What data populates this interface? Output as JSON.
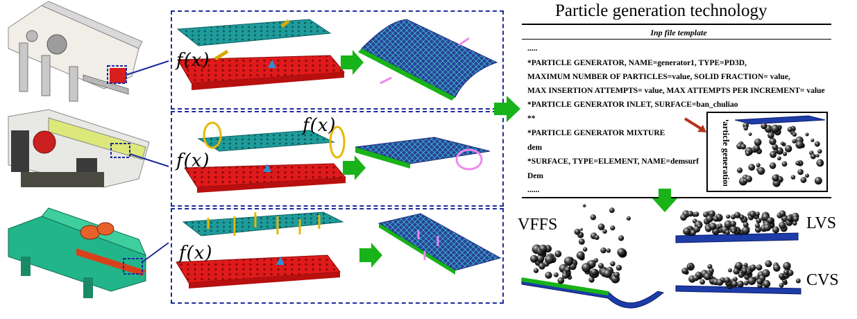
{
  "heading": "Particle generation technology",
  "template_title": "Inp file template",
  "code_lines": [
    ".....",
    "*PARTICLE GENERATOR, NAME=generator1, TYPE=PD3D,",
    "MAXIMUM NUMBER OF PARTICLES=value, SOLID FRACTION= value,",
    "MAX INSERTION ATTEMPTS= value, MAX ATTEMPTS PER INCREMENT= value",
    "*PARTICLE GENERATOR INLET, SURFACE=ban_chuliao",
    "**",
    "*PARTICLE GENERATOR MIXTURE",
    "dem",
    "*SURFACE, TYPE=ELEMENT, NAME=demsurf",
    "Dem",
    "......"
  ],
  "particle_label": "Particle generation",
  "function_label": "f(x)",
  "results": {
    "vffs": "VFFS",
    "lvs": "LVS",
    "cvs": "CVS"
  },
  "colors": {
    "frame_blue": "#1d2a9c",
    "teal": "#1f9b9b",
    "red": "#e01a1a",
    "green_arrow": "#18b318",
    "gold": "#e6b800",
    "pink": "#ee88ee"
  }
}
